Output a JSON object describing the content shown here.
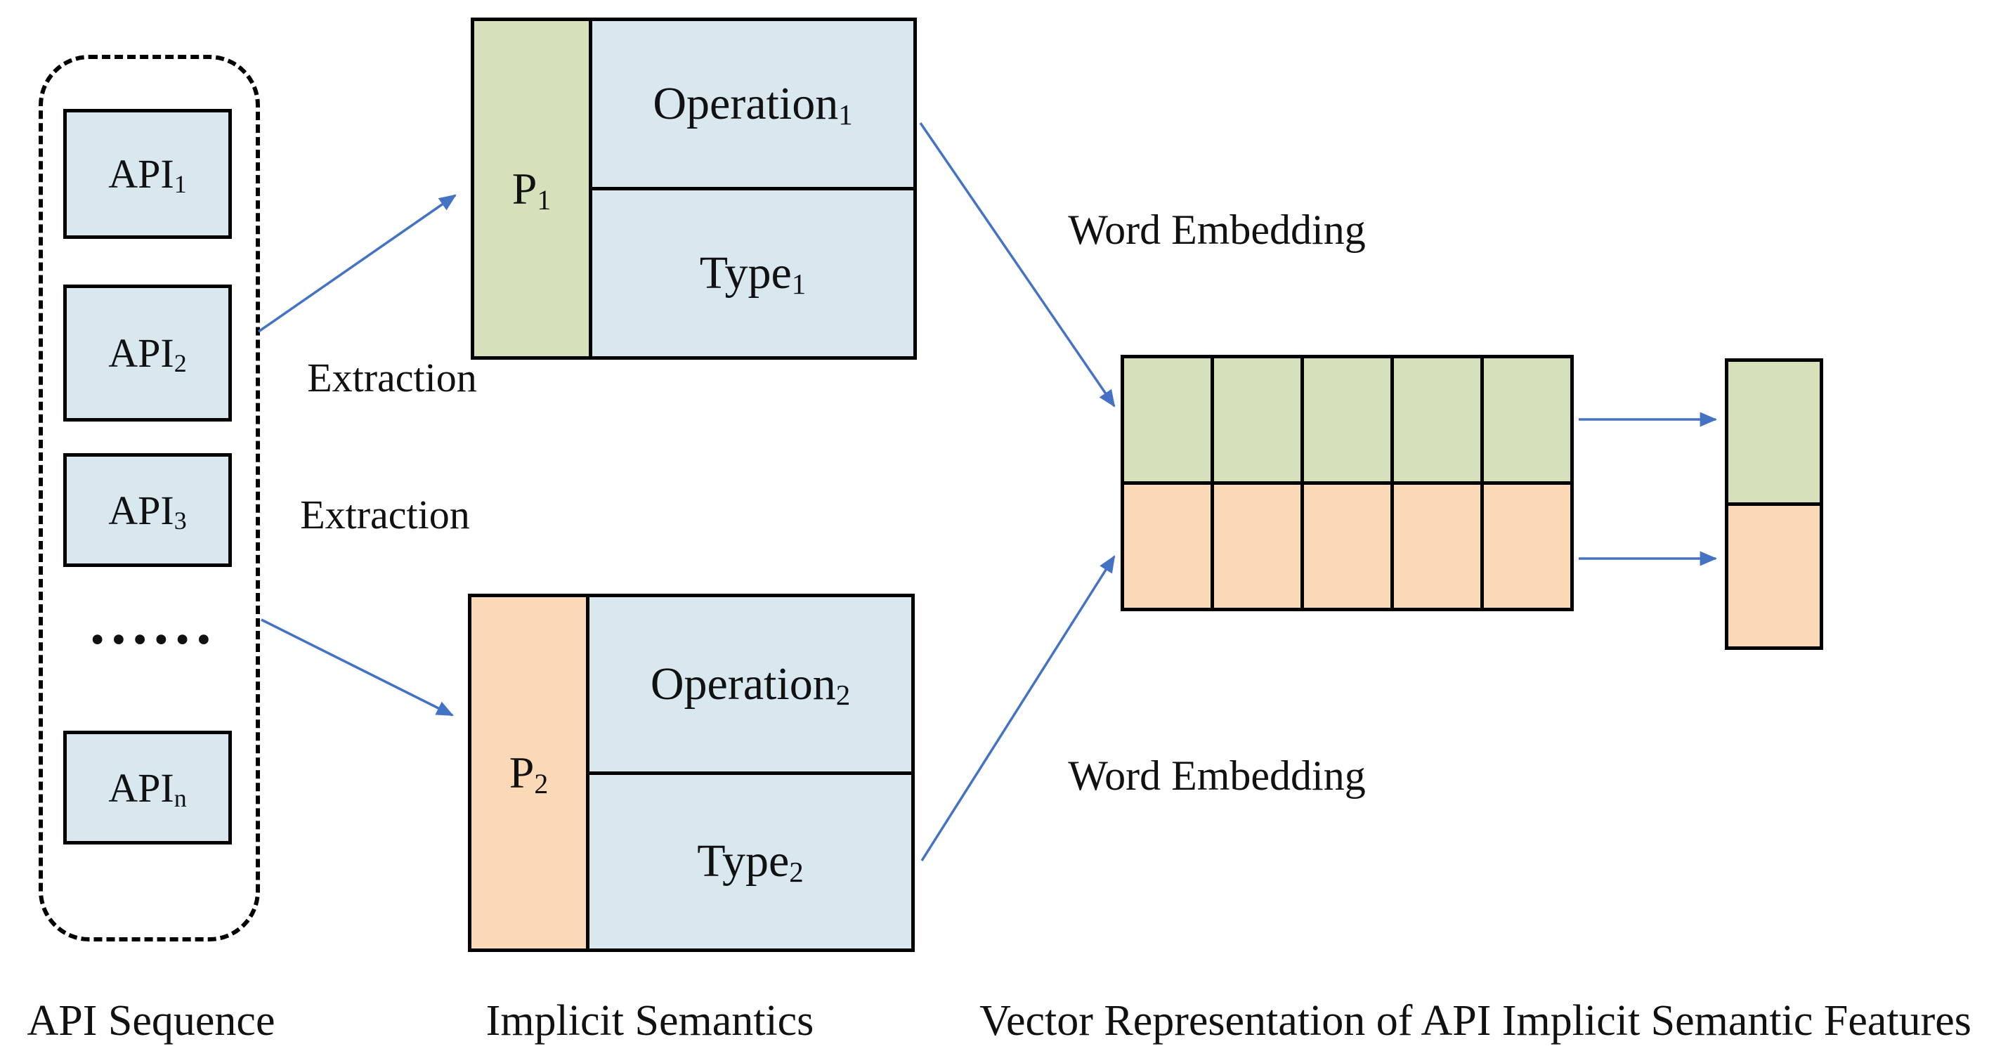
{
  "colors": {
    "green": "#d6e0bb",
    "orange": "#fbd9b7",
    "blue": "#d9e8ef",
    "arrow": "#4472c4",
    "text": "#111111"
  },
  "api_sequence": {
    "label": "API Sequence",
    "dots": "......",
    "items": [
      {
        "base": "API",
        "sub": "1"
      },
      {
        "base": "API",
        "sub": "2"
      },
      {
        "base": "API",
        "sub": "3"
      },
      {
        "base": "API",
        "sub": "n"
      }
    ]
  },
  "implicit_semantics": {
    "label": "Implicit Semantics",
    "pairs": [
      {
        "p_base": "P",
        "p_sub": "1",
        "op_base": "Operation",
        "op_sub": "1",
        "type_base": "Type",
        "type_sub": "1"
      },
      {
        "p_base": "P",
        "p_sub": "2",
        "op_base": "Operation",
        "op_sub": "2",
        "type_base": "Type",
        "type_sub": "2"
      }
    ]
  },
  "annotations": {
    "extraction_top": "Extraction",
    "extraction_bottom": "Extraction",
    "word_embedding_top": "Word Embedding",
    "word_embedding_bottom": "Word Embedding"
  },
  "vector_representation": {
    "label": "Vector Representation of API Implicit Semantic Features",
    "grid": {
      "columns": 5,
      "rows": [
        "green",
        "orange"
      ]
    },
    "reduced": {
      "columns": 1,
      "rows": [
        "green",
        "orange"
      ]
    }
  }
}
